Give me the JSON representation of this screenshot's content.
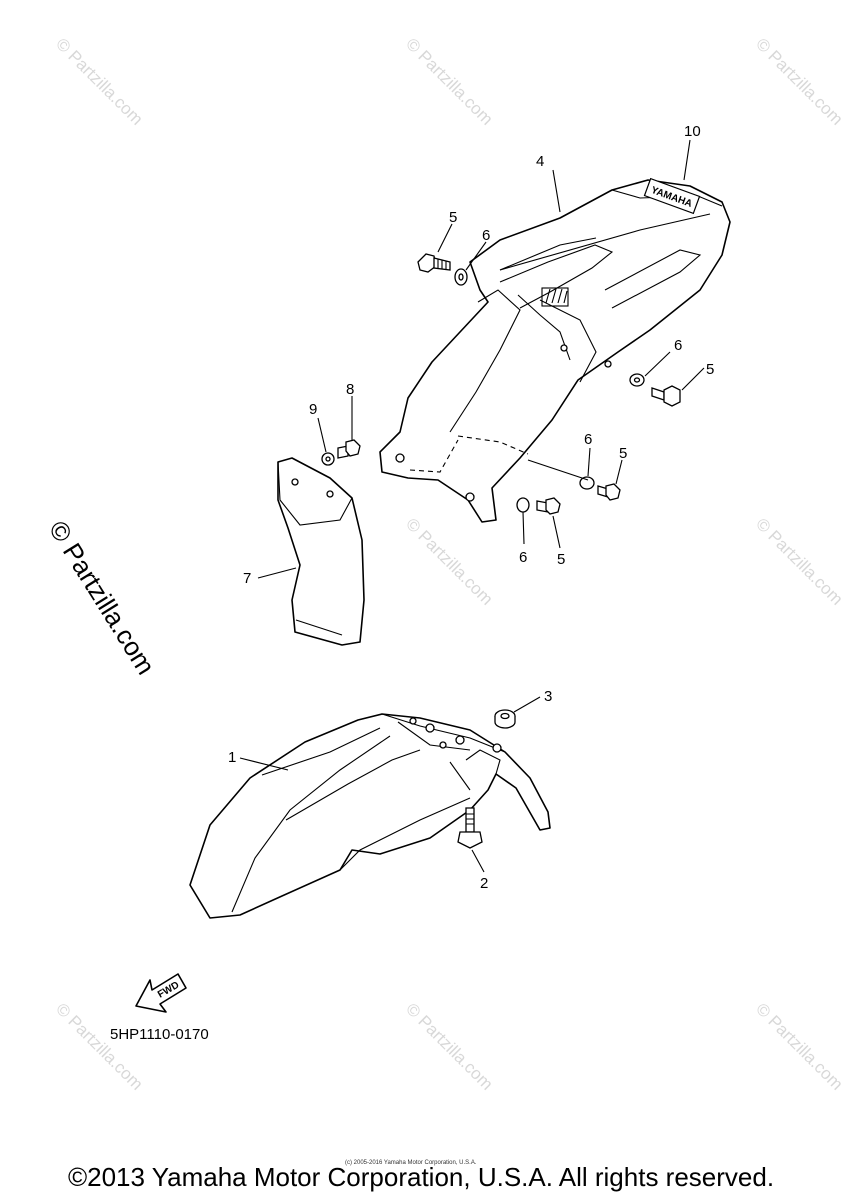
{
  "diagram": {
    "callouts": {
      "c1": "1",
      "c2": "2",
      "c3": "3",
      "c4": "4",
      "c5a": "5",
      "c5b": "5",
      "c5c": "5",
      "c5d": "5",
      "c6a": "6",
      "c6b": "6",
      "c6c": "6",
      "c6d": "6",
      "c7": "7",
      "c8": "8",
      "c9": "9",
      "c10": "10"
    },
    "part_code": "5HP1110-0170",
    "fwd_label": "FWD",
    "decal_text": "YAMAHA"
  },
  "watermark": {
    "text": "© Partzilla.com",
    "side_text": "© Partzilla.com"
  },
  "footer": {
    "copyright": "©2013 Yamaha Motor Corporation, U.S.A. All rights reserved.",
    "small_print": "(c) 2005-2016 Yamaha Motor Corporation, U.S.A."
  }
}
